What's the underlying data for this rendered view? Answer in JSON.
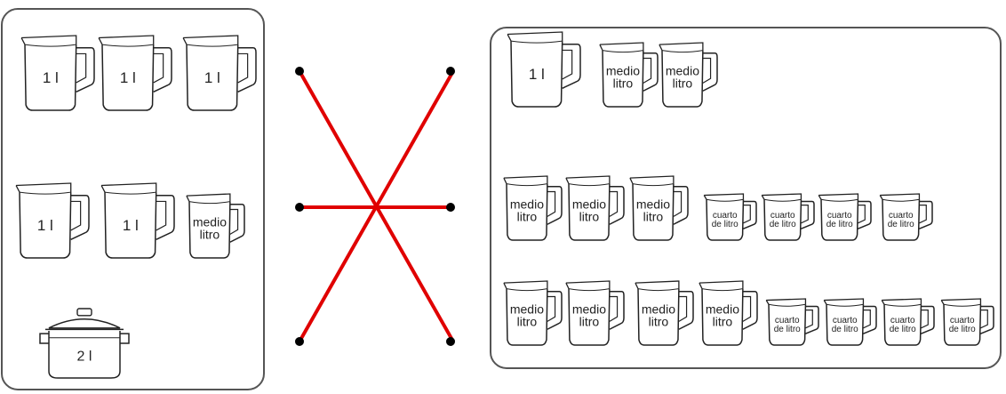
{
  "labels": {
    "one_liter": "1 l",
    "two_liter": "2 l",
    "medio": "medio",
    "litro": "litro",
    "cuarto": "cuarto",
    "de_litro": "de litro"
  },
  "colors": {
    "panel_border": "#555555",
    "jug_stroke": "#222222",
    "connector": "#e00000",
    "dot": "#000000"
  },
  "icons": {
    "jug": "measuring-jug-icon",
    "pot": "cooking-pot-icon"
  },
  "left_panel": {
    "row_1": [
      "one_liter",
      "one_liter",
      "one_liter"
    ],
    "row_2": [
      "one_liter",
      "one_liter",
      "half_liter"
    ],
    "row_3": [
      "pot_two_liter"
    ]
  },
  "right_panel": {
    "row_1": [
      "one_liter",
      "half_liter",
      "half_liter"
    ],
    "row_2": [
      "half_liter",
      "half_liter",
      "half_liter",
      "quarter_liter",
      "quarter_liter",
      "quarter_liter",
      "quarter_liter"
    ],
    "row_3": [
      "half_liter",
      "half_liter",
      "half_liter",
      "half_liter",
      "quarter_liter",
      "quarter_liter",
      "quarter_liter",
      "quarter_liter"
    ]
  },
  "matches": [
    {
      "left": "row_1",
      "right": "row_3"
    },
    {
      "left": "row_2",
      "right": "row_2"
    },
    {
      "left": "row_3",
      "right": "row_1"
    }
  ]
}
